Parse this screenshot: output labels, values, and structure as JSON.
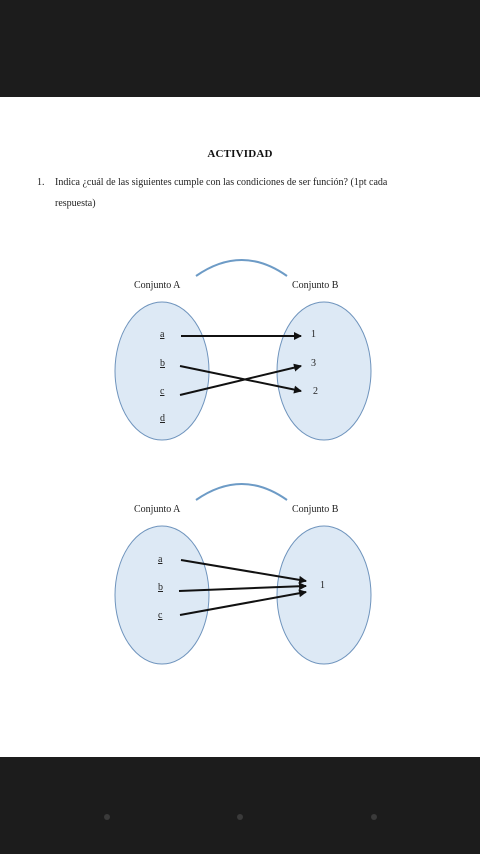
{
  "document": {
    "title": "ACTIVIDAD",
    "question": {
      "number": "1.",
      "line1": "Indica ¿cuál de las siguientes cumple con las condiciones de ser función? (1pt cada",
      "line2": "respuesta)"
    }
  },
  "diagrams": [
    {
      "set_a_label": "Conjunto A",
      "set_b_label": "Conjunto B",
      "set_a_elements": [
        "a",
        "b",
        "c",
        "d"
      ],
      "set_b_elements": [
        "1",
        "3",
        "2"
      ],
      "mappings": [
        [
          "a",
          "1"
        ],
        [
          "b",
          "2"
        ],
        [
          "c",
          "3"
        ]
      ]
    },
    {
      "set_a_label": "Conjunto A",
      "set_b_label": "Conjunto B",
      "set_a_elements": [
        "a",
        "b",
        "c"
      ],
      "set_b_elements": [
        "1"
      ],
      "mappings": [
        [
          "a",
          "1"
        ],
        [
          "b",
          "1"
        ],
        [
          "c",
          "1"
        ]
      ]
    }
  ],
  "colors": {
    "set_fill": "#dde9f5",
    "set_stroke": "#6f94bd",
    "arc_stroke": "#6d9bc6",
    "arrow": "#111111"
  }
}
